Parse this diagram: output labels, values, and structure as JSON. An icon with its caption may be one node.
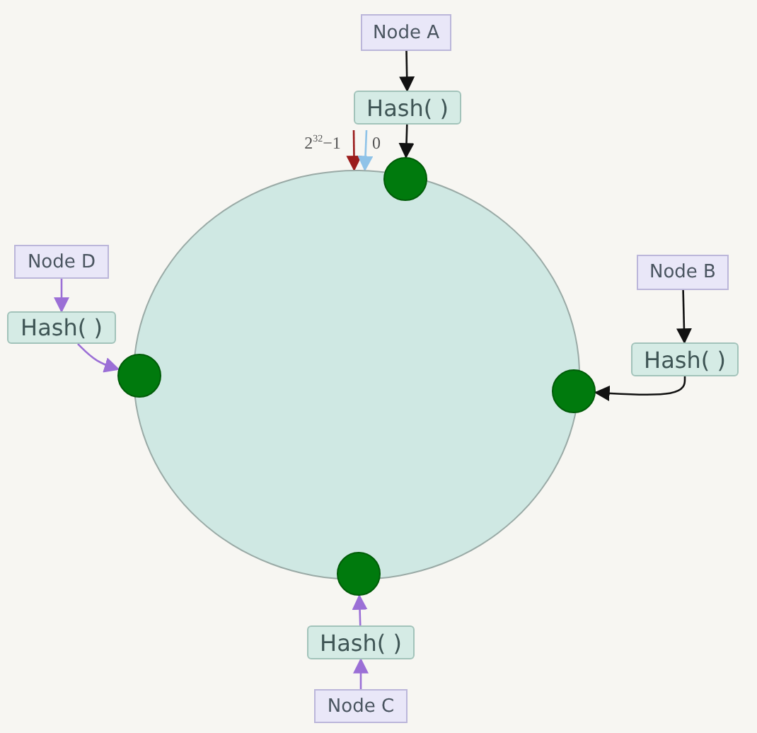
{
  "diagram": {
    "nodes": [
      {
        "text": [
          "Node A"
        ]
      },
      {
        "text": [
          "Hash( )"
        ]
      },
      {
        "text": [],
        "shape": "circle"
      },
      {
        "text": [],
        "shape": "circle"
      },
      {
        "text": [
          "Node D"
        ]
      },
      {
        "text": [
          "Hash( )"
        ]
      },
      {
        "text": [],
        "shape": "circle"
      },
      {
        "text": [
          "Node B"
        ]
      },
      {
        "text": [
          "Hash( )"
        ]
      },
      {
        "text": [],
        "shape": "circle"
      },
      {
        "text": [],
        "shape": "circle"
      },
      {
        "text": [
          "Hash( )"
        ]
      },
      {
        "text": [
          "Node C"
        ]
      },
      {
        "text": [
          "2$^{32}$−1"
        ]
      },
      {
        "text": [
          "0"
        ]
      }
    ],
    "edges": [
      {
        "from": 0,
        "to": 1,
        "arrow": "to",
        "color": "#111111"
      },
      {
        "from": 1,
        "to": 3,
        "arrow": "to",
        "color": "#111111"
      },
      {
        "from": 4,
        "to": 5,
        "arrow": "to",
        "color": "#9b6fd6"
      },
      {
        "from": 5,
        "to": 6,
        "arrow": "to",
        "color": "#9b6fd6"
      },
      {
        "from": 7,
        "to": 8,
        "arrow": "to",
        "color": "#111111"
      },
      {
        "from": 8,
        "to": 9,
        "arrow": "to",
        "color": "#111111"
      },
      {
        "from": 12,
        "to": 11,
        "arrow": "to",
        "color": "#9b6fd6"
      },
      {
        "from": 11,
        "to": 10,
        "arrow": "to",
        "color": "#9b6fd6"
      },
      {
        "from": 13,
        "to": 2,
        "arrow": "to",
        "color": "#9b1c1c"
      },
      {
        "from": 14,
        "to": 2,
        "arrow": "to",
        "color": "#8fc3e8"
      }
    ]
  }
}
